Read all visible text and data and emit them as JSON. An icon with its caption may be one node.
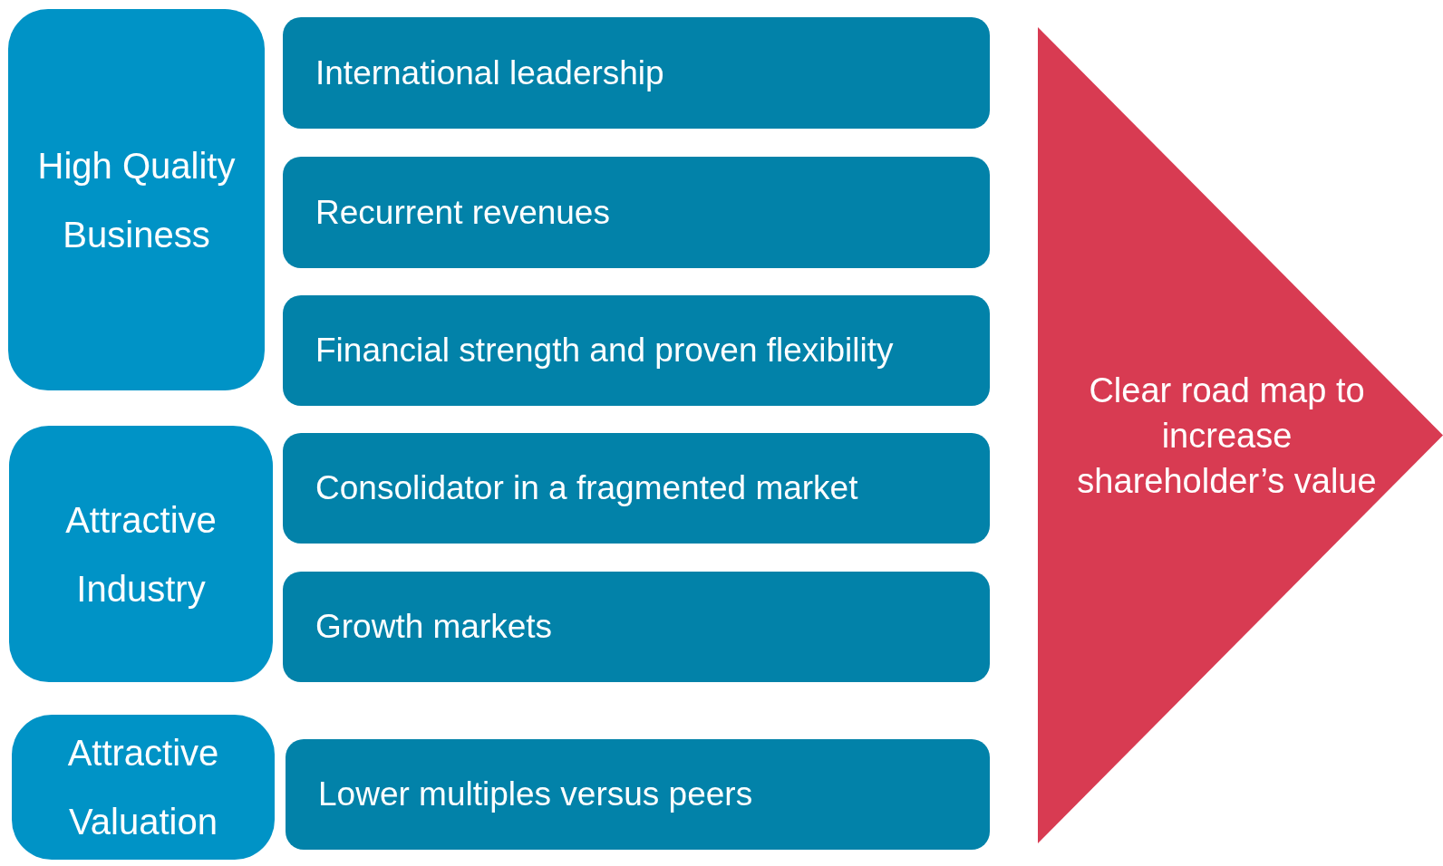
{
  "diagram": {
    "nodes": [
      {
        "text": [
          "High Quality Business"
        ]
      },
      {
        "text": [
          "International leadership"
        ]
      },
      {
        "text": [
          "Recurrent revenues"
        ]
      },
      {
        "text": [
          "Financial strength and proven flexibility"
        ]
      },
      {
        "text": [
          "Attractive Industry"
        ]
      },
      {
        "text": [
          "Consolidator in a fragmented market"
        ]
      },
      {
        "text": [
          "Growth markets"
        ]
      },
      {
        "text": [
          "Attractive Valuation"
        ]
      },
      {
        "text": [
          "Lower multiples versus peers"
        ]
      },
      {
        "text": [
          "Clear road map to increase shareholder’s value"
        ]
      }
    ],
    "edges": []
  }
}
